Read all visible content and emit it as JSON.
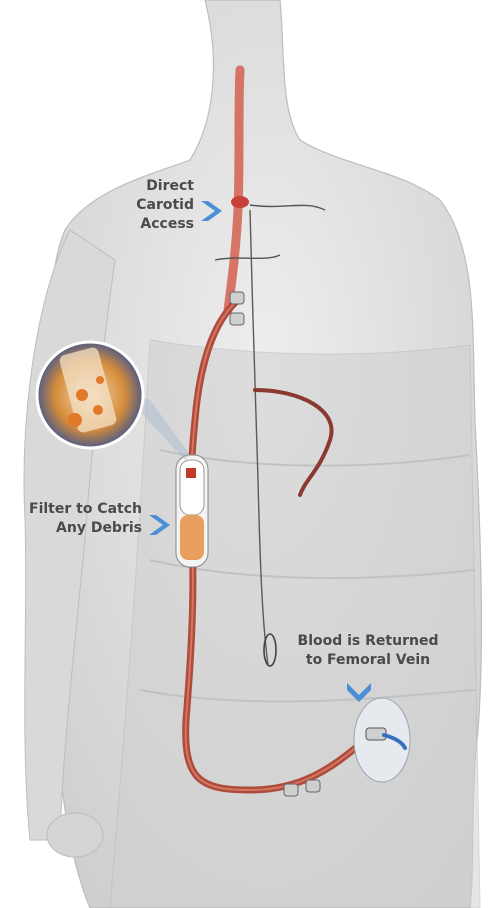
{
  "callouts": {
    "carotid": [
      "Direct",
      "Carotid",
      "Access"
    ],
    "filter": [
      "Filter to Catch",
      "Any Debris"
    ],
    "return": [
      "Blood is Returned",
      "to Femoral Vein"
    ]
  },
  "colors": {
    "accent_arrow": "#4a8fd8",
    "label_text": "#4a4a4a",
    "tubing": "#b04a3a",
    "body": "#dcdcdc"
  }
}
